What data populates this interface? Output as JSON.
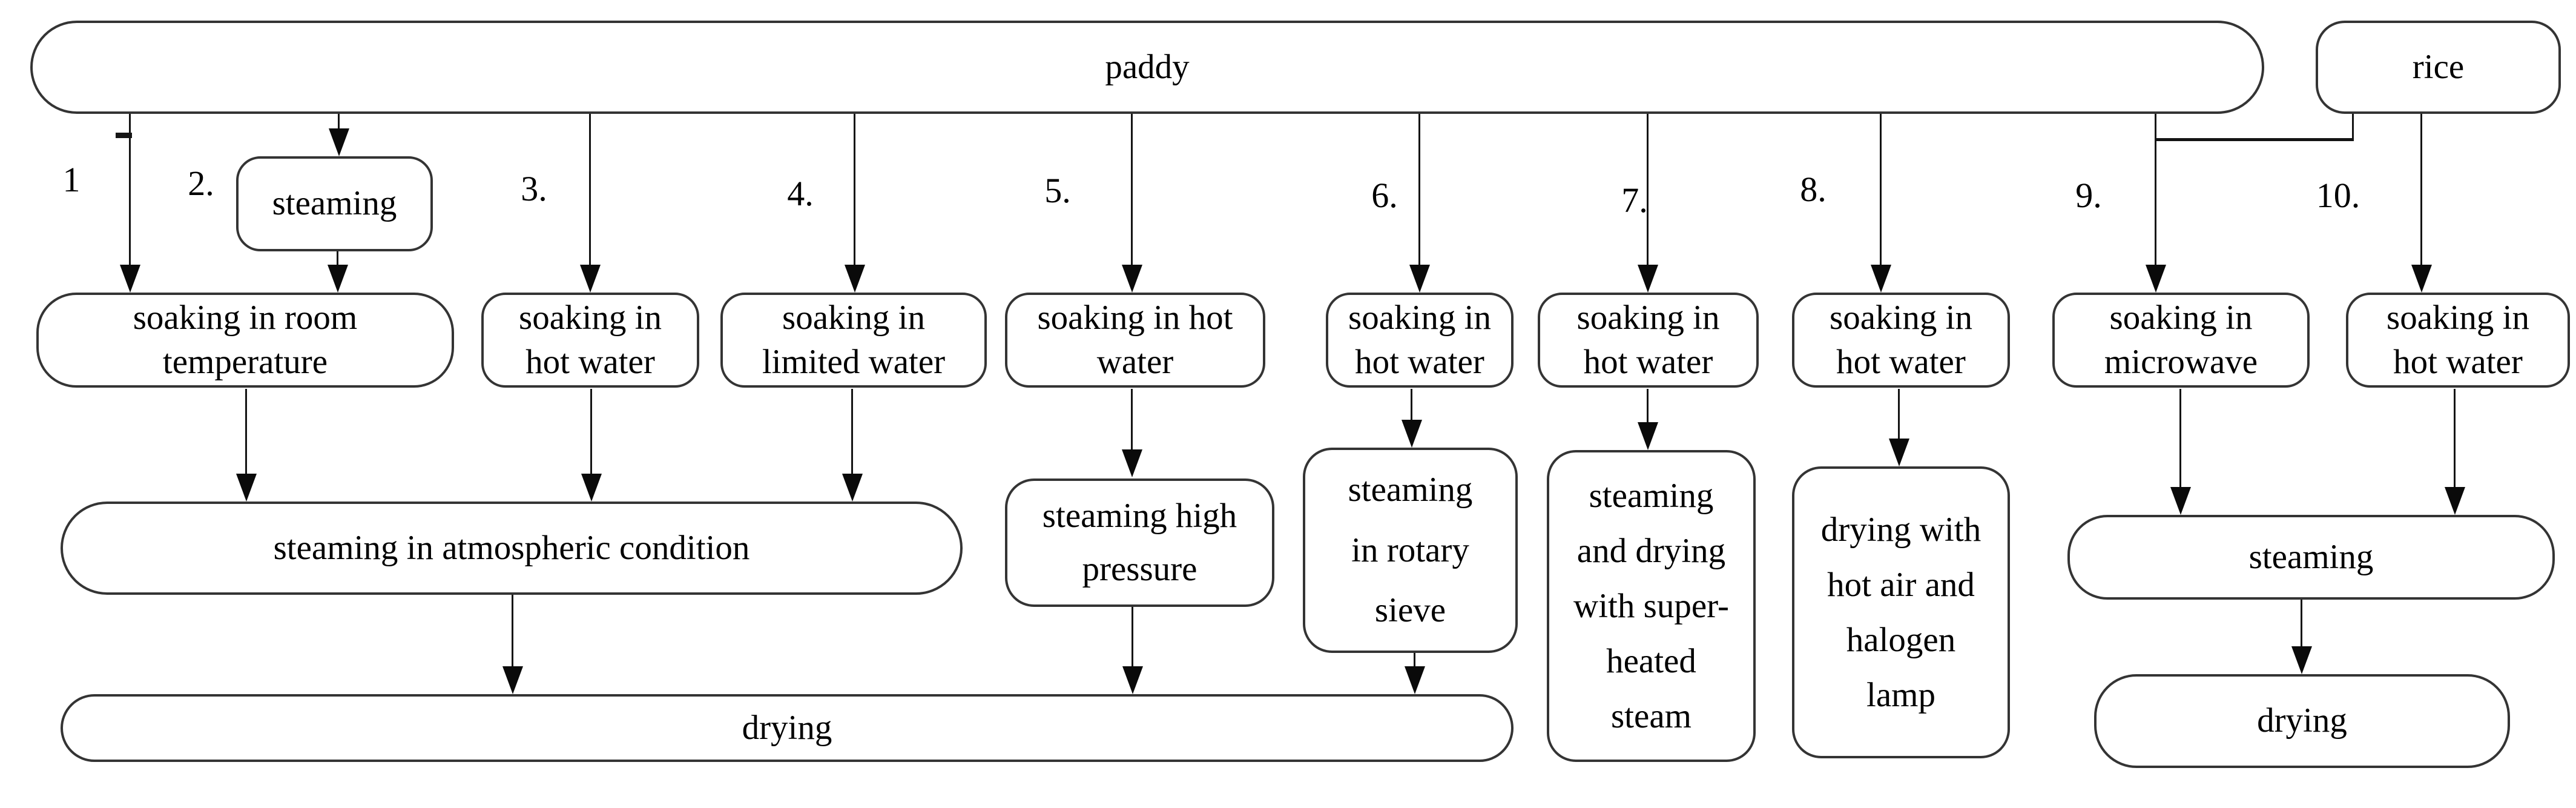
{
  "diagram": {
    "description": "flowchart of parboiling treatments of paddy and rice",
    "colors": {
      "background": "#ffffff",
      "line": "#141414",
      "border": "#343434",
      "text": "#000000"
    },
    "path_numbers": [
      "1",
      "2.",
      "3.",
      "4.",
      "5.",
      "6.",
      "7.",
      "8.",
      "9.",
      "10."
    ],
    "nodes": {
      "paddy": "paddy",
      "rice": "rice",
      "steaming_pre": "steaming",
      "soak_room": "soaking in room\ntemperature",
      "soak_hot_3": "soaking in\nhot water",
      "soak_limited": "soaking in\nlimited water",
      "soak_hot_5": "soaking in hot\nwater",
      "soak_hot_6": "soaking in\nhot water",
      "soak_hot_7": "soaking in\nhot water",
      "soak_hot_8": "soaking in\nhot water",
      "soak_micro": "soaking in\nmicrowave",
      "soak_hot_10": "soaking in\nhot water",
      "steam_atm": "steaming in atmospheric condition",
      "steam_hp": "steaming high\npressure",
      "steam_rotary": "steaming\nin rotary\nsieve",
      "steam_dry_super": "steaming\nand drying\nwith super-\nheated\nsteam",
      "dry_halogen": "drying with\nhot air and\nhalogen\nlamp",
      "steam_rice": "steaming",
      "dry_main": "drying",
      "dry_rice": "drying"
    }
  }
}
